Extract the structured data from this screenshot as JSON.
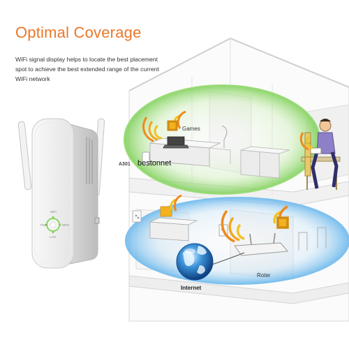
{
  "header": {
    "title": "Optimal Coverage",
    "description_lines": [
      "WiFi signal display helps to locate the best placement",
      "spot to achieve the best extended range of the current",
      "WiFi network"
    ]
  },
  "labels": {
    "games": "Games",
    "room": "A301",
    "watermark": "bestonnet",
    "router": "Roter",
    "internet": "Internet"
  },
  "device": {
    "status_labels": [
      "PWR",
      "WiFi",
      "WPS",
      "LAN"
    ]
  },
  "colors": {
    "title_orange": "#e8782a",
    "coverage_green": "#8ed36a",
    "coverage_blue": "#8cc8f0",
    "signal_yellow": "#f2c320",
    "signal_orange": "#ee8a1c"
  }
}
